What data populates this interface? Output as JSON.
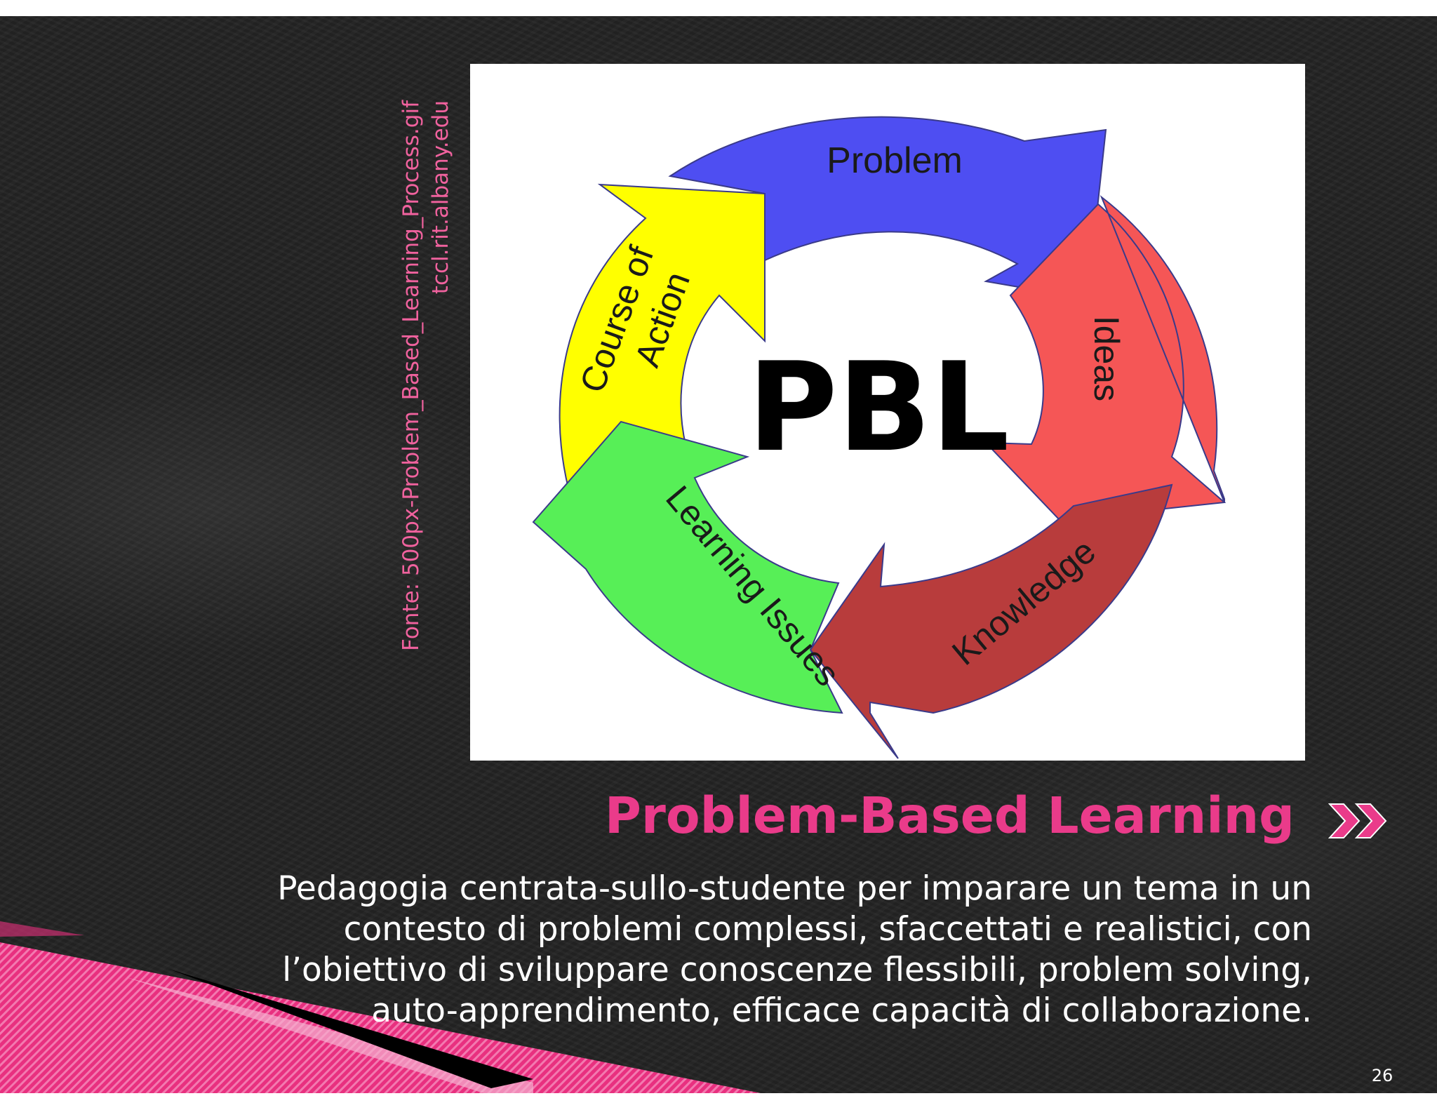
{
  "slide": {
    "source_note": {
      "line1": "Fonte: 500px-Problem_Based_Learning_Process.gif",
      "line2": "tccl.rit.albany.edu"
    },
    "diagram": {
      "center_label": "PBL",
      "stages": [
        {
          "label": "Problem",
          "color": "#4e4ef2"
        },
        {
          "label": "Ideas",
          "color": "#f55656"
        },
        {
          "label": "Knowledge",
          "color": "#b83c3c"
        },
        {
          "label": "Learning Issues",
          "color": "#57ef57"
        },
        {
          "label_line1": "Course of",
          "label_line2": "Action",
          "color": "#ffff00"
        }
      ]
    },
    "title": "Problem-Based Learning",
    "title_color": "#ea3b8a",
    "body_lines": [
      "Pedagogia centrata-sullo-studente per imparare un tema in un",
      "contesto di problemi complessi, sfaccettati e realistici, con",
      "l’obiettivo di sviluppare conoscenze flessibili, problem solving,",
      "auto-apprendimento, efficace capacità di collaborazione."
    ],
    "page_number": "26"
  }
}
